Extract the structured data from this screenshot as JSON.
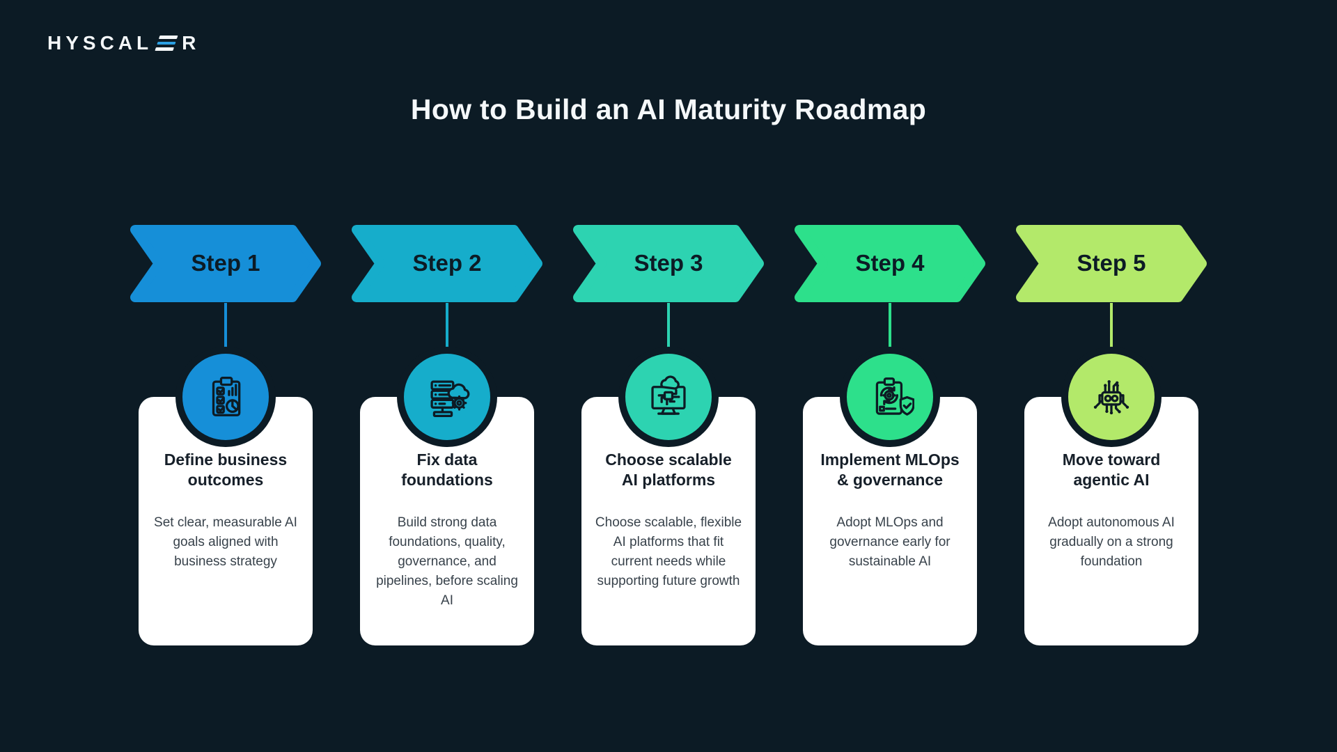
{
  "page": {
    "background_color": "#0c1b25",
    "card_color": "#ffffff",
    "title": "How to Build an AI Maturity Roadmap"
  },
  "logo": {
    "text_prefix": "HYSCAL",
    "text_suffix": "R",
    "stylized_letter": "E",
    "accent_color": "#2b9fe3",
    "text_color": "#f4f7f9"
  },
  "steps": [
    {
      "label": "Step 1",
      "color": "#168fd8",
      "icon": "clipboard-checklist-chart-icon",
      "card_title": "Define business\noutcomes",
      "card_body": "Set clear, measurable AI goals aligned with business strategy"
    },
    {
      "label": "Step 2",
      "color": "#16adcb",
      "icon": "server-cloud-gear-icon",
      "card_title": "Fix data\nfoundations",
      "card_body": "Build strong data foundations, quality, governance, and pipelines, before scaling AI"
    },
    {
      "label": "Step 3",
      "color": "#2dd3b1",
      "icon": "monitor-cloud-circuit-icon",
      "card_title": "Choose scalable\nAI platforms",
      "card_body": "Choose scalable, flexible AI platforms that fit current needs while supporting future growth"
    },
    {
      "label": "Step 4",
      "color": "#2de08b",
      "icon": "clipboard-gear-shield-icon",
      "card_title": "Implement MLOps\n& governance",
      "card_body": "Adopt MLOps and governance early for sustainable AI"
    },
    {
      "label": "Step 5",
      "color": "#b3e96a",
      "icon": "robot-circuit-icon",
      "card_title": "Move toward\nagentic AI",
      "card_body": "Adopt autonomous AI gradually on a strong foundation"
    }
  ]
}
